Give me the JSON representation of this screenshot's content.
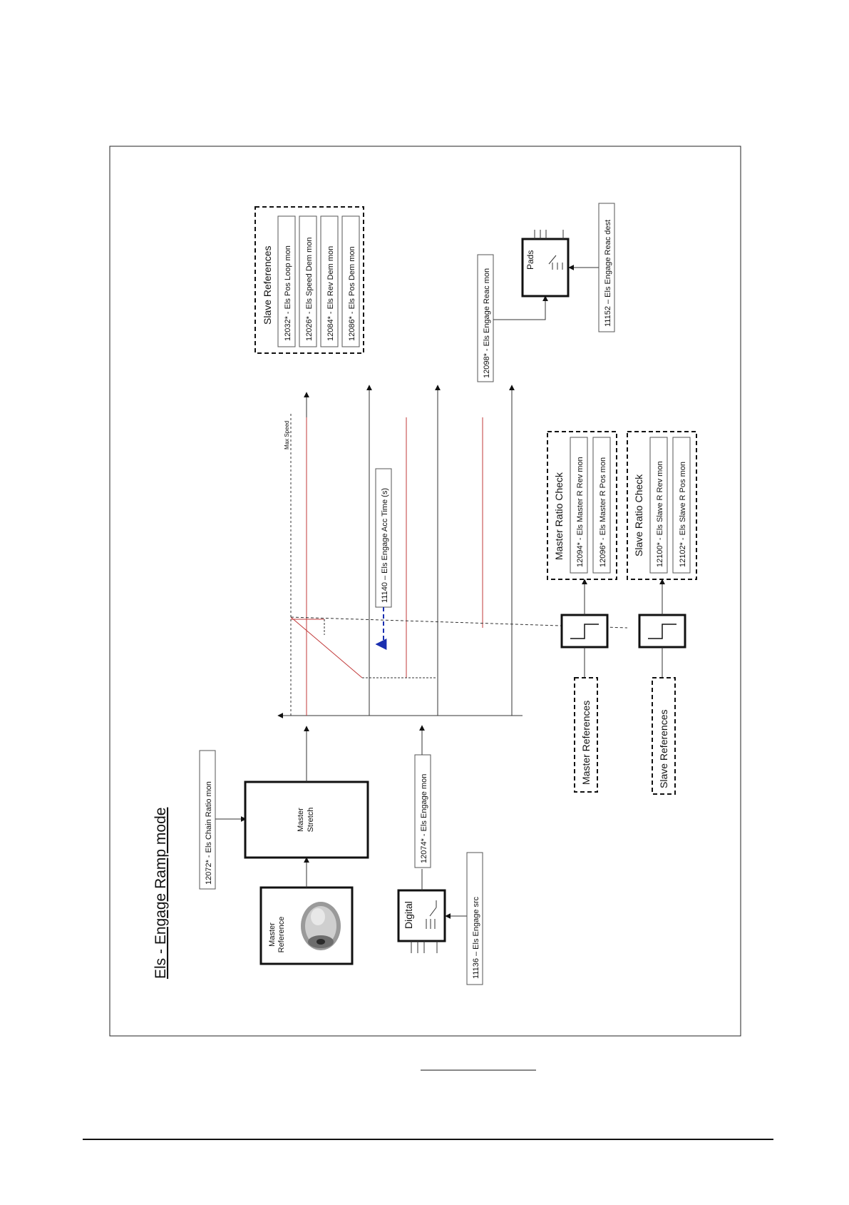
{
  "diagram": {
    "title": "Els - Engage Ramp mode",
    "chain_ratio": "12072* - Els Chain Ratio mon",
    "master_reference": {
      "line1": "Master",
      "line2": "Reference"
    },
    "master_stretch": {
      "line1": "Master",
      "line2": "Stretch"
    },
    "engage_mon": "12074* - Els Engage mon",
    "digital": "Digital",
    "engage_src": "11136 – Els Engage src",
    "max_speed": "Max Speed",
    "acc_time": "11140 – Els Engage Acc Time (s)",
    "slave_refs_group": {
      "title": "Slave References",
      "items": [
        "12032* - Els Pos Loop mon",
        "12026* - Els Speed Dem mon",
        "12084* - Els Rev Dem mon",
        "12086* - Els Pos Dem mon"
      ]
    },
    "engage_reac_mon": "12098* - Els Engage Reac mon",
    "pads": "Pads",
    "engage_reac_dest": "11152 – Els Engage Reac dest",
    "master_ratio_check": {
      "title": "Master Ratio Check",
      "items": [
        "12094* - Els Master R Rev mon",
        "12096* - Els Master R Pos mon"
      ]
    },
    "slave_ratio_check": {
      "title": "Slave Ratio Check",
      "items": [
        "12100* - Els Slave R Rev mon",
        "12102* - Els Slave R Pos mon"
      ]
    },
    "master_references": "Master References",
    "slave_references": "Slave References"
  },
  "colors": {
    "ramp_red": "#c23a3a",
    "acc_blue": "#1a2fb0"
  }
}
